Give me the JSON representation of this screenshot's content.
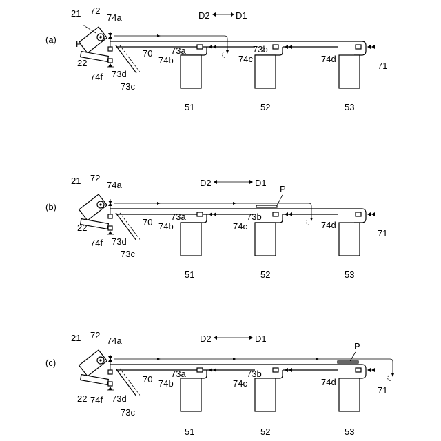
{
  "direction": {
    "left": "D2",
    "right": "D1"
  },
  "paper": "P",
  "panels": [
    {
      "label": "(a)",
      "paper_at": "inlet",
      "labels": {
        "tray_upper": "21",
        "tray_lower": "22",
        "roller": "72",
        "path": "70",
        "frame": "71",
        "sensor_top": "74a",
        "sensor_bottom": "74f",
        "gate_bottom": "73d",
        "guide": "73c",
        "gate1": "73a",
        "gate2": "73b",
        "sensor1": "74b",
        "sensor2": "74c",
        "sensor3": "74d",
        "bin1": "51",
        "bin2": "52",
        "bin3": "53"
      }
    },
    {
      "label": "(b)",
      "paper_at": "bin2",
      "labels": {
        "tray_upper": "21",
        "tray_lower": "22",
        "roller": "72",
        "path": "70",
        "frame": "71",
        "sensor_top": "74a",
        "sensor_bottom": "74f",
        "gate_bottom": "73d",
        "guide": "73c",
        "gate1": "73a",
        "gate2": "73b",
        "sensor1": "74b",
        "sensor2": "74c",
        "sensor3": "74d",
        "bin1": "51",
        "bin2": "52",
        "bin3": "53"
      }
    },
    {
      "label": "(c)",
      "paper_at": "bin3",
      "labels": {
        "tray_upper": "21",
        "tray_lower": "22",
        "roller": "72",
        "path": "70",
        "frame": "71",
        "sensor_top": "74a",
        "sensor_bottom": "74f",
        "gate_bottom": "73d",
        "guide": "73c",
        "gate1": "73a",
        "gate2": "73b",
        "sensor1": "74b",
        "sensor2": "74c",
        "sensor3": "74d",
        "bin1": "51",
        "bin2": "52",
        "bin3": "53"
      }
    }
  ]
}
